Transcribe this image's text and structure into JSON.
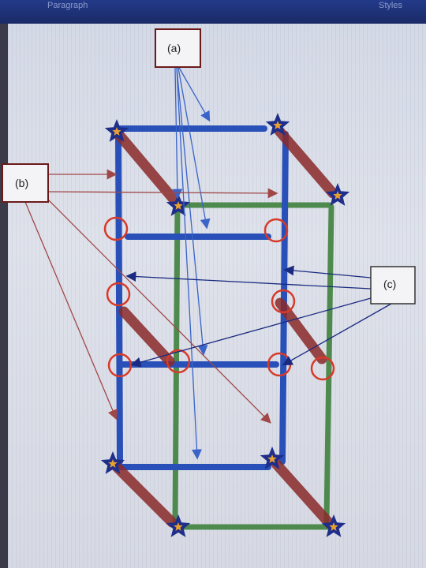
{
  "ribbon": {
    "group_label": "Paragraph",
    "styles_label": "Styles"
  },
  "labels": {
    "a": "(a)",
    "b": "(b)",
    "c": "(c)"
  },
  "colors": {
    "blue_bar": "#2850b8",
    "green_bar": "#4e8a4e",
    "brace": "#8a2a2a",
    "node_star": "#1e2e8a",
    "node_star_center": "#e8a030",
    "hinge_ring": "#d83a2a",
    "callout_border": "#6b1a1a",
    "arrow_a": "#3a64c8",
    "arrow_b": "#a04848",
    "arrow_c": "#1a2a80"
  }
}
